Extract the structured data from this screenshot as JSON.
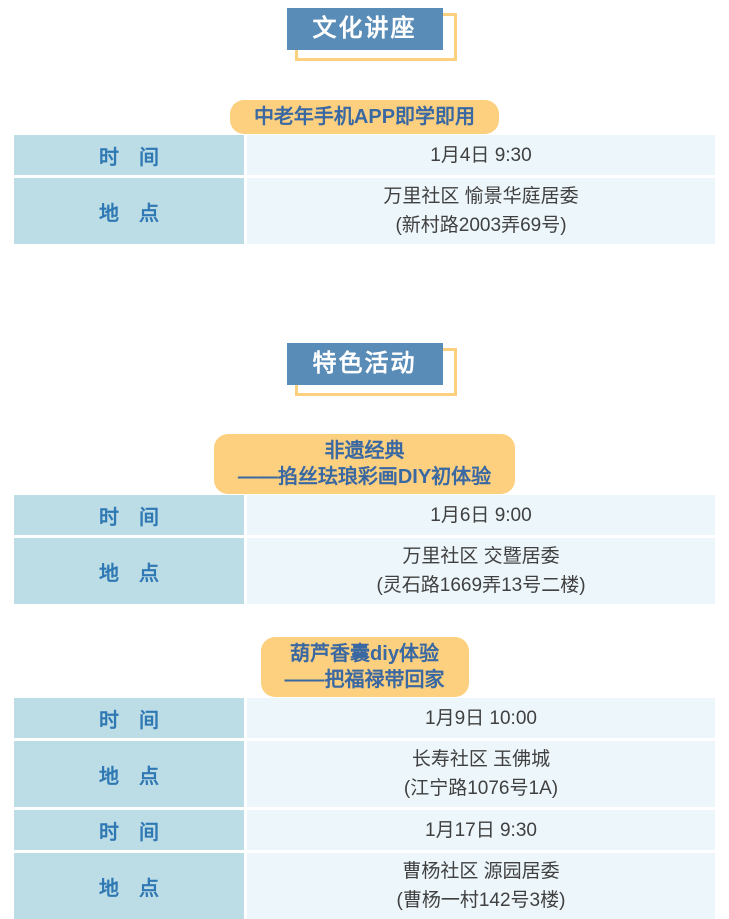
{
  "colors": {
    "blue": "#5a8cb8",
    "yellow": "#fcd07e",
    "badge_text": "#3a68a2",
    "label_blue": "#2f78b4",
    "cell_left_bg": "#bcdde6",
    "cell_right_bg": "#edf6fa",
    "value_text": "#404040",
    "page_bg": "#ffffff"
  },
  "sections": [
    {
      "title": "文化讲座",
      "events": [
        {
          "badge_lines": [
            "中老年手机APP即学即用"
          ],
          "rows": [
            {
              "label": "时　间",
              "lines": [
                "1月4日 9:30"
              ]
            },
            {
              "label": "地　点",
              "lines": [
                "万里社区 愉景华庭居委",
                "(新村路2003弄69号)"
              ]
            }
          ]
        }
      ]
    },
    {
      "title": "特色活动",
      "events": [
        {
          "badge_lines": [
            "非遗经典",
            "——掐丝珐琅彩画DIY初体验"
          ],
          "rows": [
            {
              "label": "时　间",
              "lines": [
                "1月6日 9:00"
              ]
            },
            {
              "label": "地　点",
              "lines": [
                "万里社区 交暨居委",
                "(灵石路1669弄13号二楼)"
              ]
            }
          ]
        },
        {
          "badge_lines": [
            "葫芦香囊diy体验",
            "——把福禄带回家"
          ],
          "rows": [
            {
              "label": "时　间",
              "lines": [
                "1月9日 10:00"
              ]
            },
            {
              "label": "地　点",
              "lines": [
                "长寿社区 玉佛城",
                "(江宁路1076号1A)"
              ]
            },
            {
              "label": "时　间",
              "lines": [
                "1月17日 9:30"
              ]
            },
            {
              "label": "地　点",
              "lines": [
                "曹杨社区 源园居委",
                "(曹杨一村142号3楼)"
              ]
            }
          ]
        }
      ]
    }
  ]
}
